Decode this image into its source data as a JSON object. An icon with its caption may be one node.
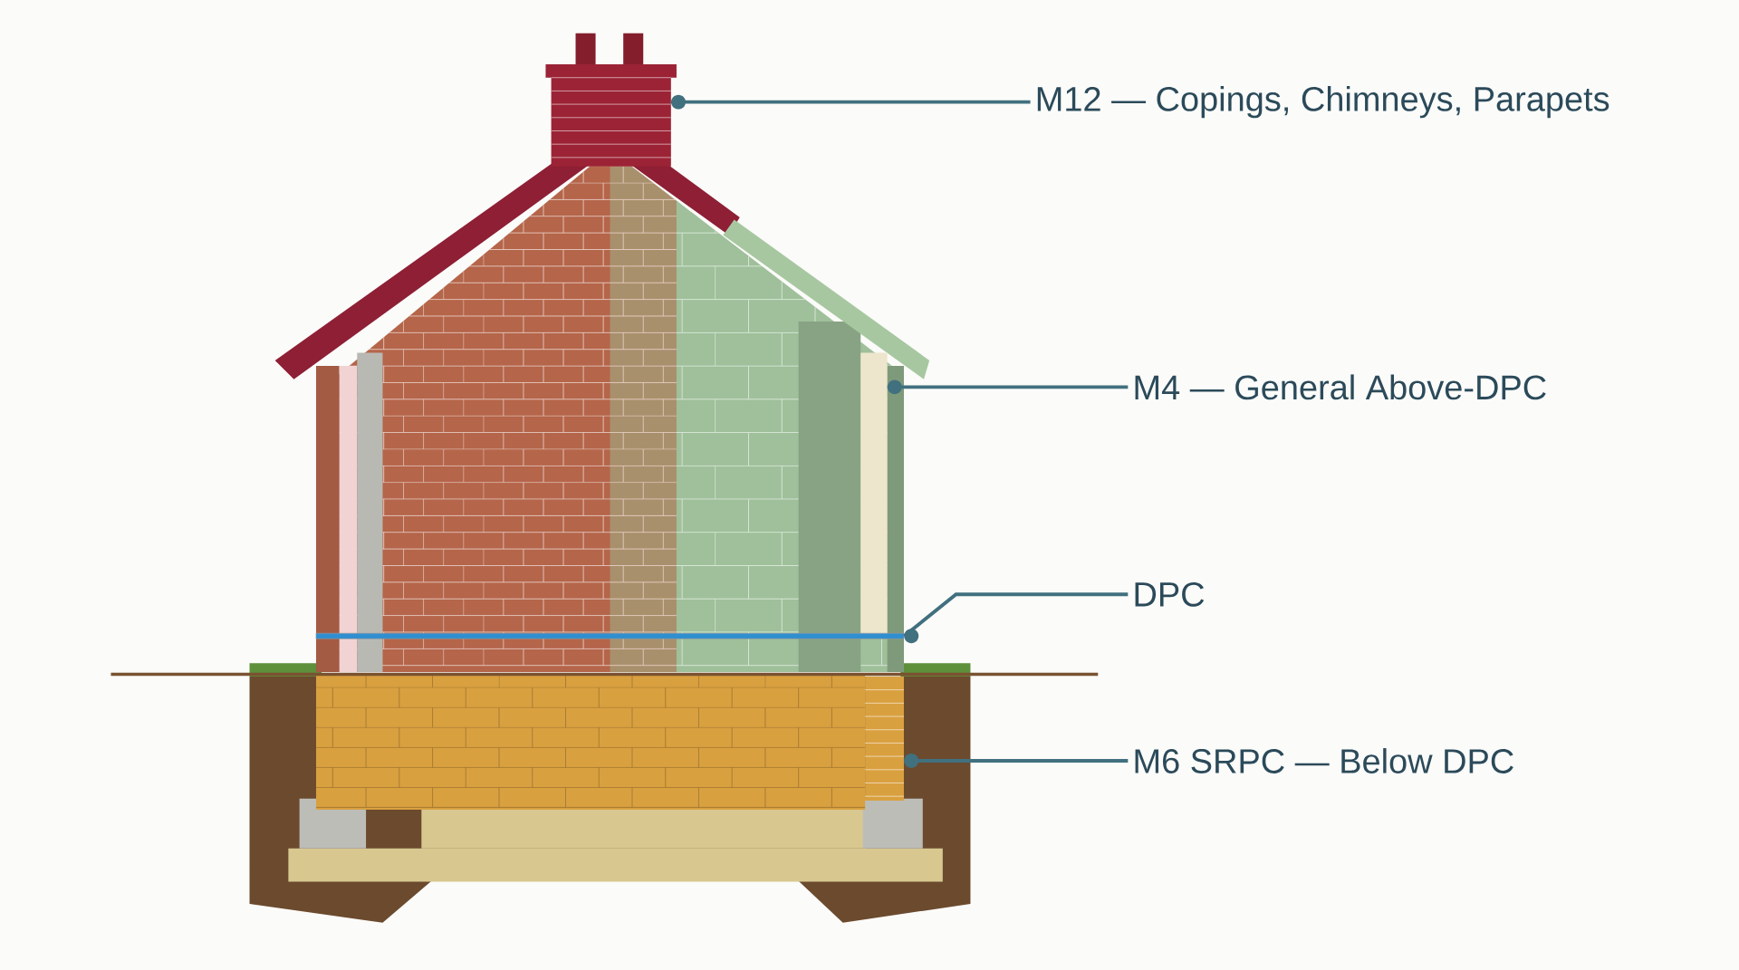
{
  "diagram": {
    "nodes": [
      {
        "text": [
          "M12 — Copings, Chimneys, Parapets"
        ]
      },
      {
        "text": [],
        "shape": "picture"
      },
      {
        "text": [
          "M4 — General Above-DPC"
        ]
      },
      {
        "text": [],
        "shape": "picture"
      },
      {
        "text": [
          "DPC"
        ]
      },
      {
        "text": [],
        "shape": "bar"
      },
      {
        "text": [
          "M6 SRPC — Below DPC"
        ]
      },
      {
        "text": [],
        "shape": "picture"
      }
    ],
    "edges": [
      {
        "from": 0,
        "to": 1,
        "arrow": "other"
      },
      {
        "from": 2,
        "to": 3,
        "arrow": "other"
      },
      {
        "from": 4,
        "to": 5,
        "arrow": "other"
      },
      {
        "from": 6,
        "to": 7,
        "arrow": "other"
      }
    ]
  }
}
